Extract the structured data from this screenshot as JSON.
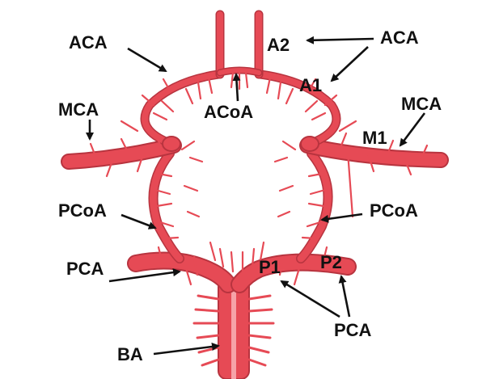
{
  "diagram": {
    "colors": {
      "vessel": "#e64a55",
      "vessel_dark": "#b8343f",
      "vessel_light": "#f6a3a8",
      "background": "#ffffff",
      "label": "#111111"
    },
    "labels": {
      "aca_left": "ACA",
      "a2": "A2",
      "aca_right": "ACA",
      "a1": "A1",
      "acoa": "ACoA",
      "mca_left": "MCA",
      "mca_right": "MCA",
      "m1": "M1",
      "pcoa_left": "PCoA",
      "pcoa_right": "PCoA",
      "pca_left": "PCA",
      "p1": "P1",
      "p2": "P2",
      "pca_bottom": "PCA",
      "ba": "BA"
    }
  }
}
